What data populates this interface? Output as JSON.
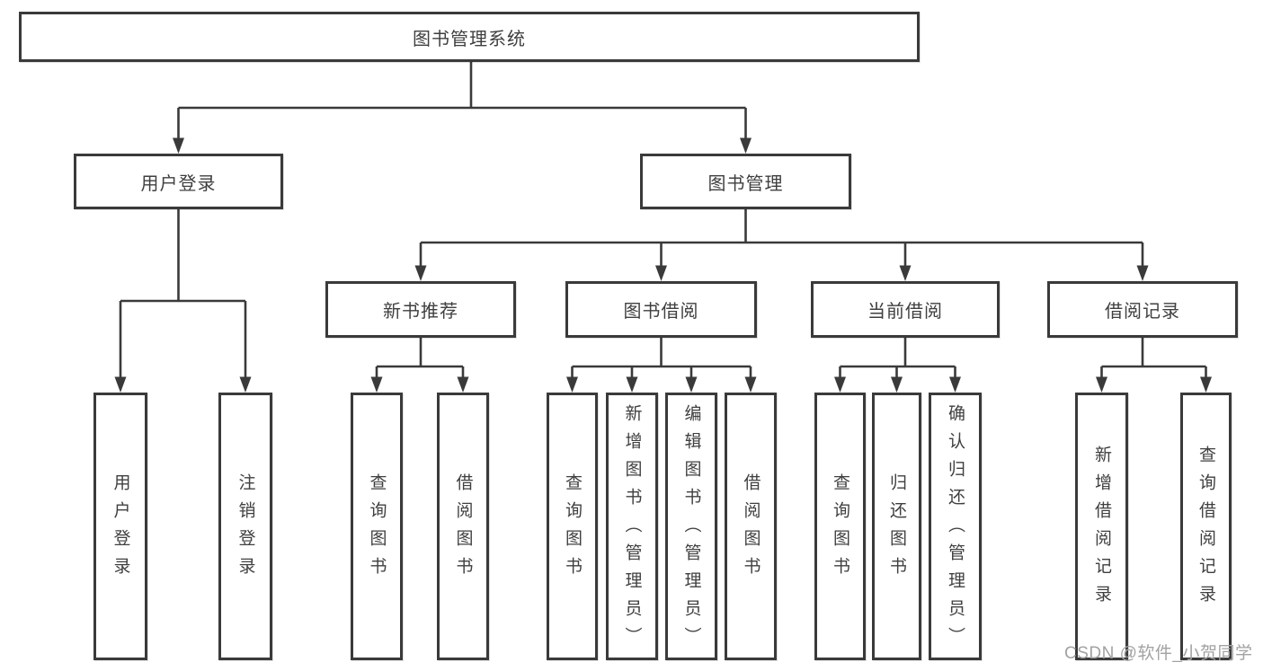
{
  "root": {
    "label": "图书管理系统"
  },
  "branches": [
    {
      "label": "用户登录",
      "leaves": [
        "用户登录",
        "注销登录"
      ]
    },
    {
      "label": "图书管理",
      "children": [
        {
          "label": "新书推荐",
          "leaves": [
            "查询图书",
            "借阅图书"
          ]
        },
        {
          "label": "图书借阅",
          "leaves": [
            "查询图书",
            "新增图书（管理员）",
            "编辑图书（管理员）",
            "借阅图书"
          ]
        },
        {
          "label": "当前借阅",
          "leaves": [
            "查询图书",
            "归还图书",
            "确认归还（管理员）"
          ]
        },
        {
          "label": "借阅记录",
          "leaves": [
            "新增借阅记录",
            "查询借阅记录"
          ]
        }
      ]
    }
  ],
  "watermark": "CSDN @软件_小贺同学",
  "colors": {
    "line": "#3a3a3a",
    "text": "#3f3f3f",
    "watermark": "#a2a2a2",
    "background": "#ffffff"
  }
}
